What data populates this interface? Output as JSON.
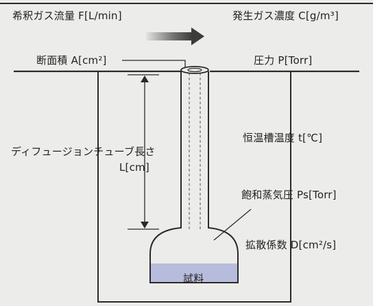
{
  "labels": {
    "dilution_flow": "希釈ガス流量 F[L/min]",
    "gas_concentration": "発生ガス濃度 C[g/m³]",
    "cross_section": "断面積 A[cm²]",
    "pressure": "圧力 P[Torr]",
    "tube_length_line1": "ディフュージョンチューブ長さ",
    "tube_length_line2": "L[cm]",
    "bath_temperature": "恒温槽温度 t[℃]",
    "vapor_pressure": "飽和蒸気圧 Ps[Torr]",
    "diffusion_coefficient": "拡散係数 D[cm²/s]",
    "sample": "試料"
  },
  "colors": {
    "background": "#ececea",
    "line": "#2a2a2a",
    "arrow": "#3c3c3c",
    "liquid": "#b8bcdc"
  },
  "icons": {
    "flow_arrow": "right-arrow-icon"
  }
}
